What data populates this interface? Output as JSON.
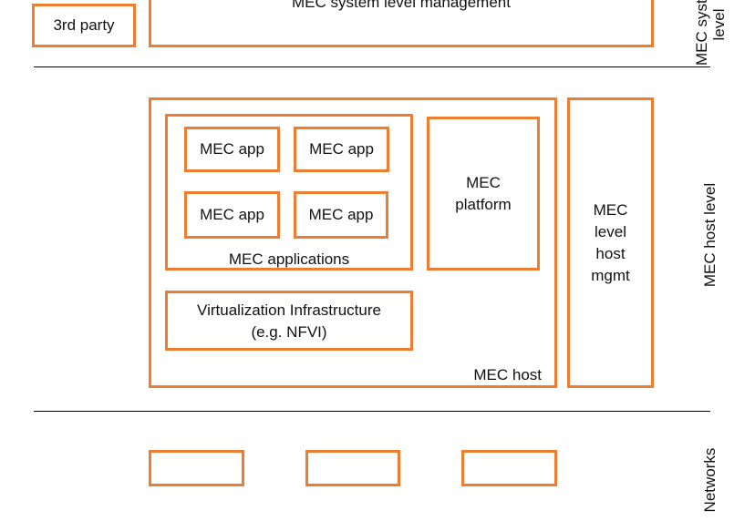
{
  "system_level": {
    "third_party_label": "3rd party",
    "system_mgmt_label": "MEC system level management",
    "side_label_line1": "MEC system",
    "side_label_line2": "level"
  },
  "host_level": {
    "side_label": "MEC host level",
    "host_label": "MEC host",
    "applications_label": "MEC applications",
    "apps": [
      "MEC app",
      "MEC app",
      "MEC app",
      "MEC app"
    ],
    "platform_label_line1": "MEC",
    "platform_label_line2": "platform",
    "virtualization_line1": "Virtualization Infrastructure",
    "virtualization_line2": "(e.g. NFVI)",
    "host_mgmt_lines": [
      "MEC",
      "level",
      "host",
      "mgmt"
    ]
  },
  "networks_level": {
    "side_label": "Networks"
  },
  "colors": {
    "box_border": "#ED7D31",
    "divider": "#000000"
  }
}
